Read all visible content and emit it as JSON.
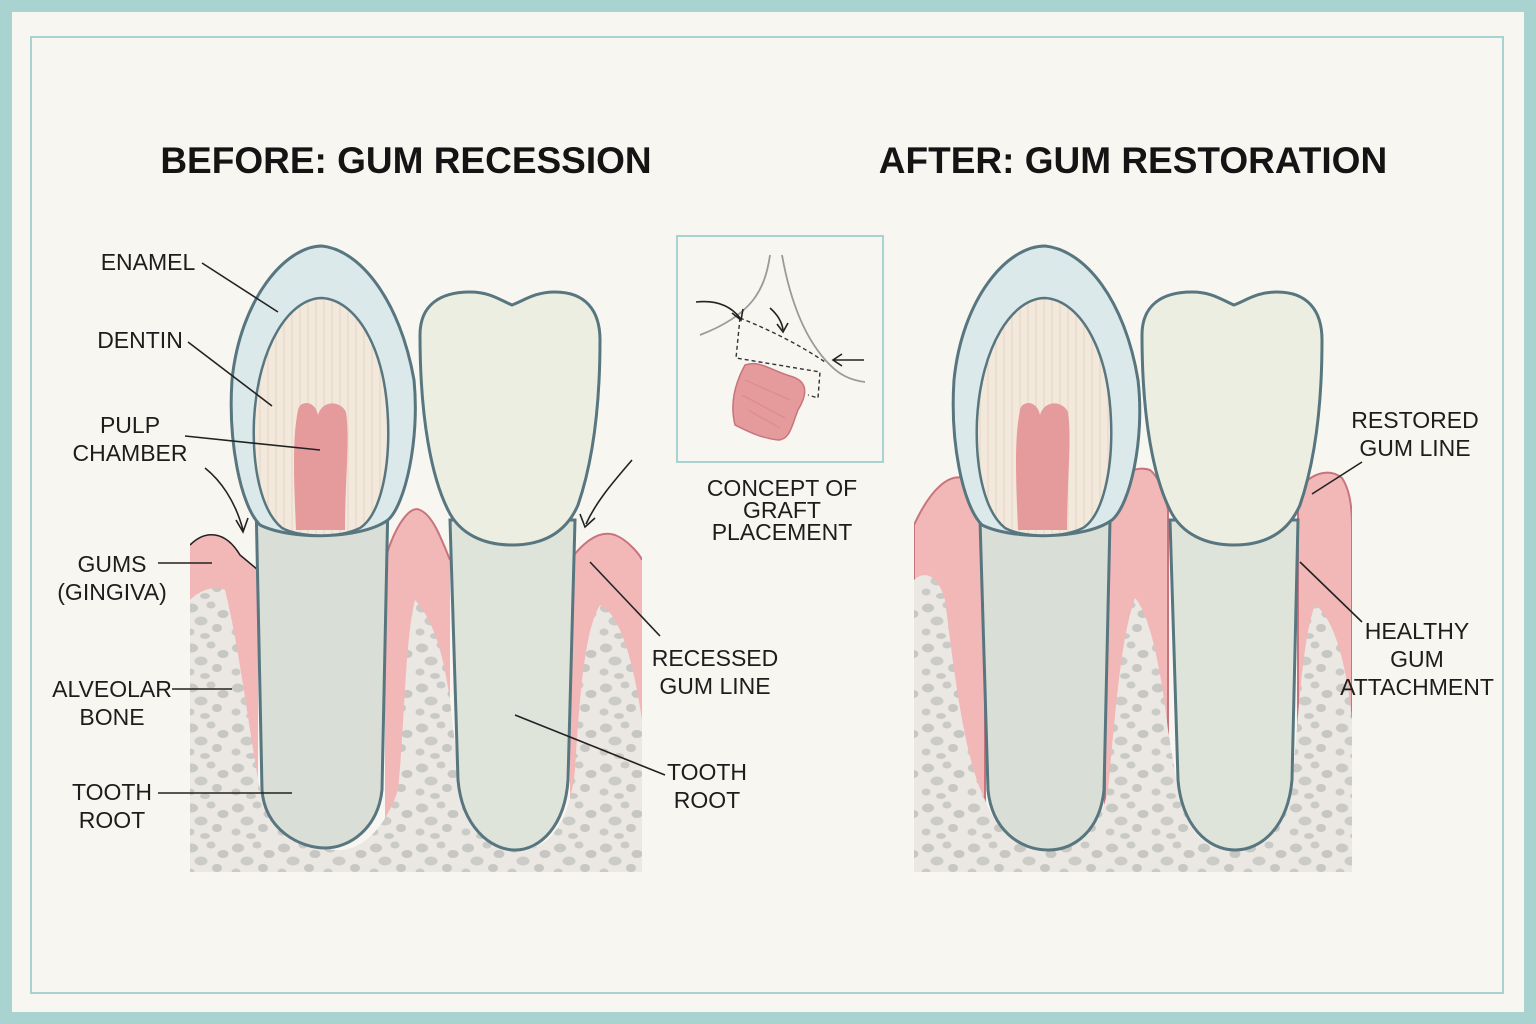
{
  "titles": {
    "before": "BEFORE: GUM RECESSION",
    "after": "AFTER: GUM RESTORATION"
  },
  "before_labels": {
    "enamel": "ENAMEL",
    "dentin": "DENTIN",
    "pulp_1": "PULP",
    "pulp_2": "CHAMBER",
    "gums_1": "GUMS",
    "gums_2": "(GINGIVA)",
    "bone_1": "ALVEOLAR",
    "bone_2": "BONE",
    "root_left_1": "TOOTH",
    "root_left_2": "ROOT",
    "recessed_1": "RECESSED",
    "recessed_2": "GUM LINE",
    "root_right_1": "TOOTH",
    "root_right_2": "ROOT"
  },
  "inset": {
    "line1": "CONCEPT OF",
    "line2": "GRAFT",
    "line3": "PLACEMENT"
  },
  "after_labels": {
    "restored_1": "RESTORED",
    "restored_2": "GUM LINE",
    "healthy_1": "HEALTHY",
    "healthy_2": "GUM",
    "healthy_3": "ATTACHMENT"
  },
  "colors": {
    "frame": "#a9d3d0",
    "background": "#f8f6f0",
    "enamel": "#dce9ea",
    "dentin": "#f3e8dc",
    "pulp": "#e59a9c",
    "gum": "#f2b8b8",
    "gum_dark": "#e79a9e",
    "bone": "#ebe8e4",
    "bone_speckle": "#c7c7c4",
    "tooth_outline": "#58767f"
  }
}
